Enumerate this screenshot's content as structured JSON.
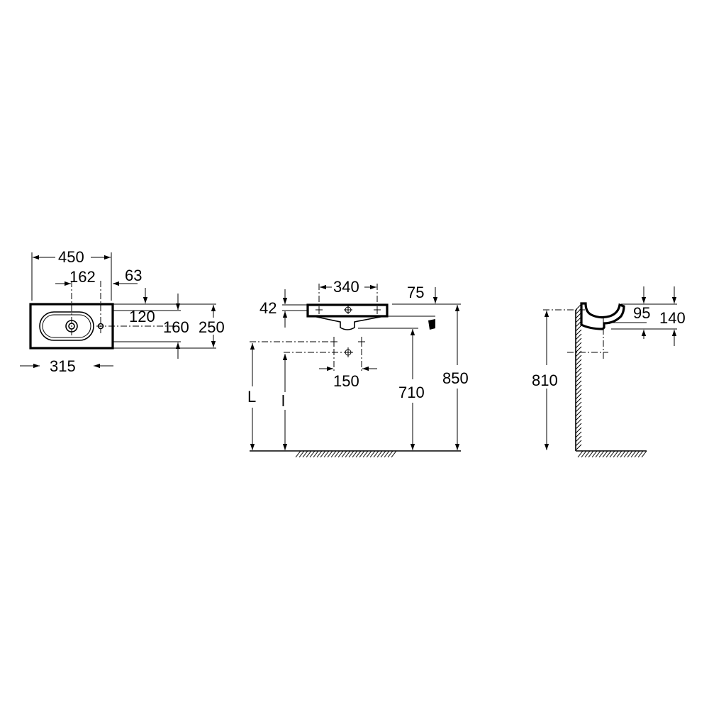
{
  "top_view": {
    "width": "450",
    "drain_offset": "162",
    "tap_offset": "63",
    "basin_length": "315",
    "tap_depth": "120",
    "basin_depth": "160",
    "total_depth": "250"
  },
  "front_view": {
    "tap_spacing": "340",
    "rim_height": "42",
    "back_height": "75",
    "outlet_spacing": "150",
    "outlet_height": "710",
    "rim_to_floor": "850",
    "label_L": "L",
    "label_l": "l"
  },
  "side_view": {
    "basin_height": "95",
    "total_height": "140",
    "mount_height": "810"
  }
}
